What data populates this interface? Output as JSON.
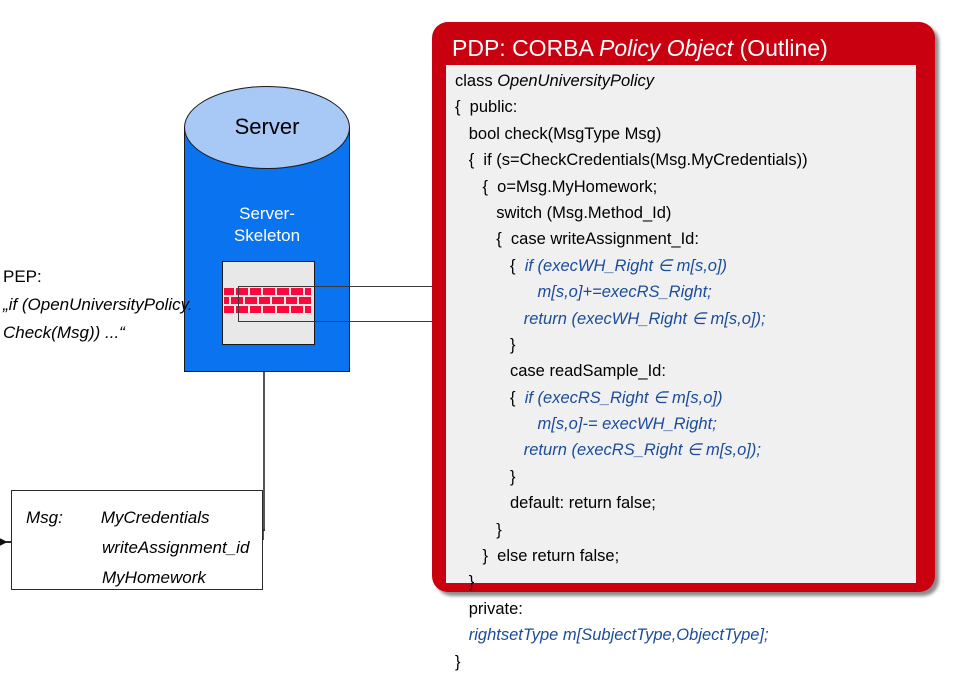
{
  "diagram": {
    "server": {
      "top_label": "Server",
      "skeleton_label": "Server-\nSkeleton",
      "body_color": "#0a74f0",
      "top_color": "#a8c8f5"
    },
    "pep": {
      "label": "PEP:",
      "quote_line1": "„if (OpenUniversityPolicy.",
      "quote_line2": "Check(Msg)) ...“",
      "firewall_color": "#fa0a3c",
      "box_color": "#e8e8e8"
    },
    "msg_box": {
      "label": "Msg:",
      "line1": "MyCredentials",
      "line2": "writeAssignment_id",
      "line3": "MyHomework"
    }
  },
  "pdp": {
    "title_prefix": "PDP: CORBA ",
    "title_italic": "Policy Object",
    "title_suffix": " (Outline)",
    "panel_color": "#c9000f",
    "code_bg": "#f0f0f0",
    "code_accent_color": "#1a4c9b",
    "code_lines": [
      {
        "text": "class ",
        "italic_text": "OpenUniversityPolicy",
        "style": "plain-then-italic"
      },
      {
        "text": "{  public:",
        "style": "plain"
      },
      {
        "text": "   bool check(MsgType Msg)",
        "style": "plain"
      },
      {
        "text": "   {  if (s=CheckCredentials(Msg.MyCredentials))",
        "style": "plain"
      },
      {
        "text": "      {  o=Msg.MyHomework;",
        "style": "plain"
      },
      {
        "text": "         switch (Msg.Method_Id)",
        "style": "plain"
      },
      {
        "text": "         {  case writeAssignment_Id:",
        "style": "plain"
      },
      {
        "text": "            {  if (execWH_Right ∈ m[s,o])",
        "style": "brace-then-blue",
        "plain_part": "            {  ",
        "blue_part": "if (execWH_Right ∈ m[s,o])"
      },
      {
        "text": "                  m[s,o]+=execRS_Right;",
        "style": "blue"
      },
      {
        "text": "               return (execWH_Right ∈ m[s,o]);",
        "style": "blue"
      },
      {
        "text": "            }",
        "style": "plain"
      },
      {
        "text": "            case readSample_Id:",
        "style": "plain"
      },
      {
        "text": "            {  if (execRS_Right ∈ m[s,o])",
        "style": "brace-then-blue",
        "plain_part": "            {  ",
        "blue_part": "if (execRS_Right ∈ m[s,o])"
      },
      {
        "text": "                  m[s,o]-= execWH_Right;",
        "style": "blue"
      },
      {
        "text": "               return (execRS_Right ∈ m[s,o]);",
        "style": "blue"
      },
      {
        "text": "            }",
        "style": "plain"
      },
      {
        "text": "            default: return false;",
        "style": "plain"
      },
      {
        "text": "         }",
        "style": "plain"
      },
      {
        "text": "      }  else return false;",
        "style": "plain"
      },
      {
        "text": "   }",
        "style": "plain"
      },
      {
        "text": "   private:",
        "style": "plain"
      },
      {
        "text": "   rightsetType m[SubjectType,ObjectType];",
        "style": "blue"
      },
      {
        "text": "}",
        "style": "plain"
      }
    ]
  }
}
